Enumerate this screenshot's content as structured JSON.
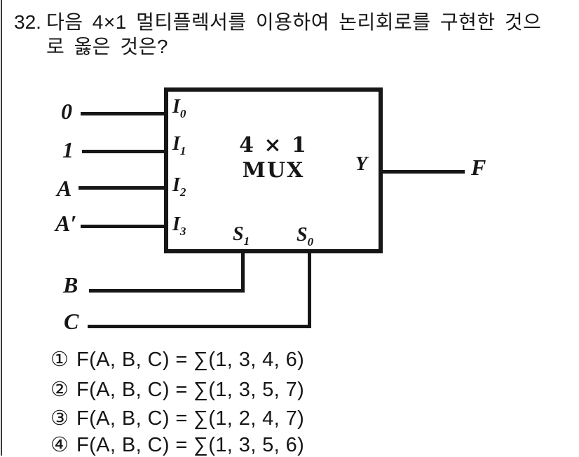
{
  "colors": {
    "ink": "#161616",
    "paper": "#ffffff"
  },
  "question": {
    "number": "32.",
    "line1": "다음 4×1 멀티플렉서를 이용하여 논리회로를 구현한 것으",
    "line2": "로 옳은 것은?"
  },
  "mux": {
    "title_line1": "4 × 1",
    "title_line2": "MUX",
    "inputs": [
      {
        "signal": "0",
        "port": "I",
        "sub": "0"
      },
      {
        "signal": "1",
        "port": "I",
        "sub": "1"
      },
      {
        "signal": "A",
        "port": "I",
        "sub": "2"
      },
      {
        "signal": "A′",
        "port": "I",
        "sub": "3"
      }
    ],
    "selects": [
      {
        "signal": "B",
        "port": "S",
        "sub": "1"
      },
      {
        "signal": "C",
        "port": "S",
        "sub": "0"
      }
    ],
    "output": {
      "port": "Y",
      "signal": "F"
    }
  },
  "options": [
    {
      "marker": "①",
      "formula": "F(A, B, C) = ∑(1, 3, 4, 6)"
    },
    {
      "marker": "②",
      "formula": "F(A, B, C) = ∑(1, 3, 5, 7)"
    },
    {
      "marker": "③",
      "formula": "F(A, B, C) = ∑(1, 2, 4, 7)"
    },
    {
      "marker": "④",
      "formula": "F(A, B, C) = ∑(1, 3, 5, 6)"
    }
  ]
}
